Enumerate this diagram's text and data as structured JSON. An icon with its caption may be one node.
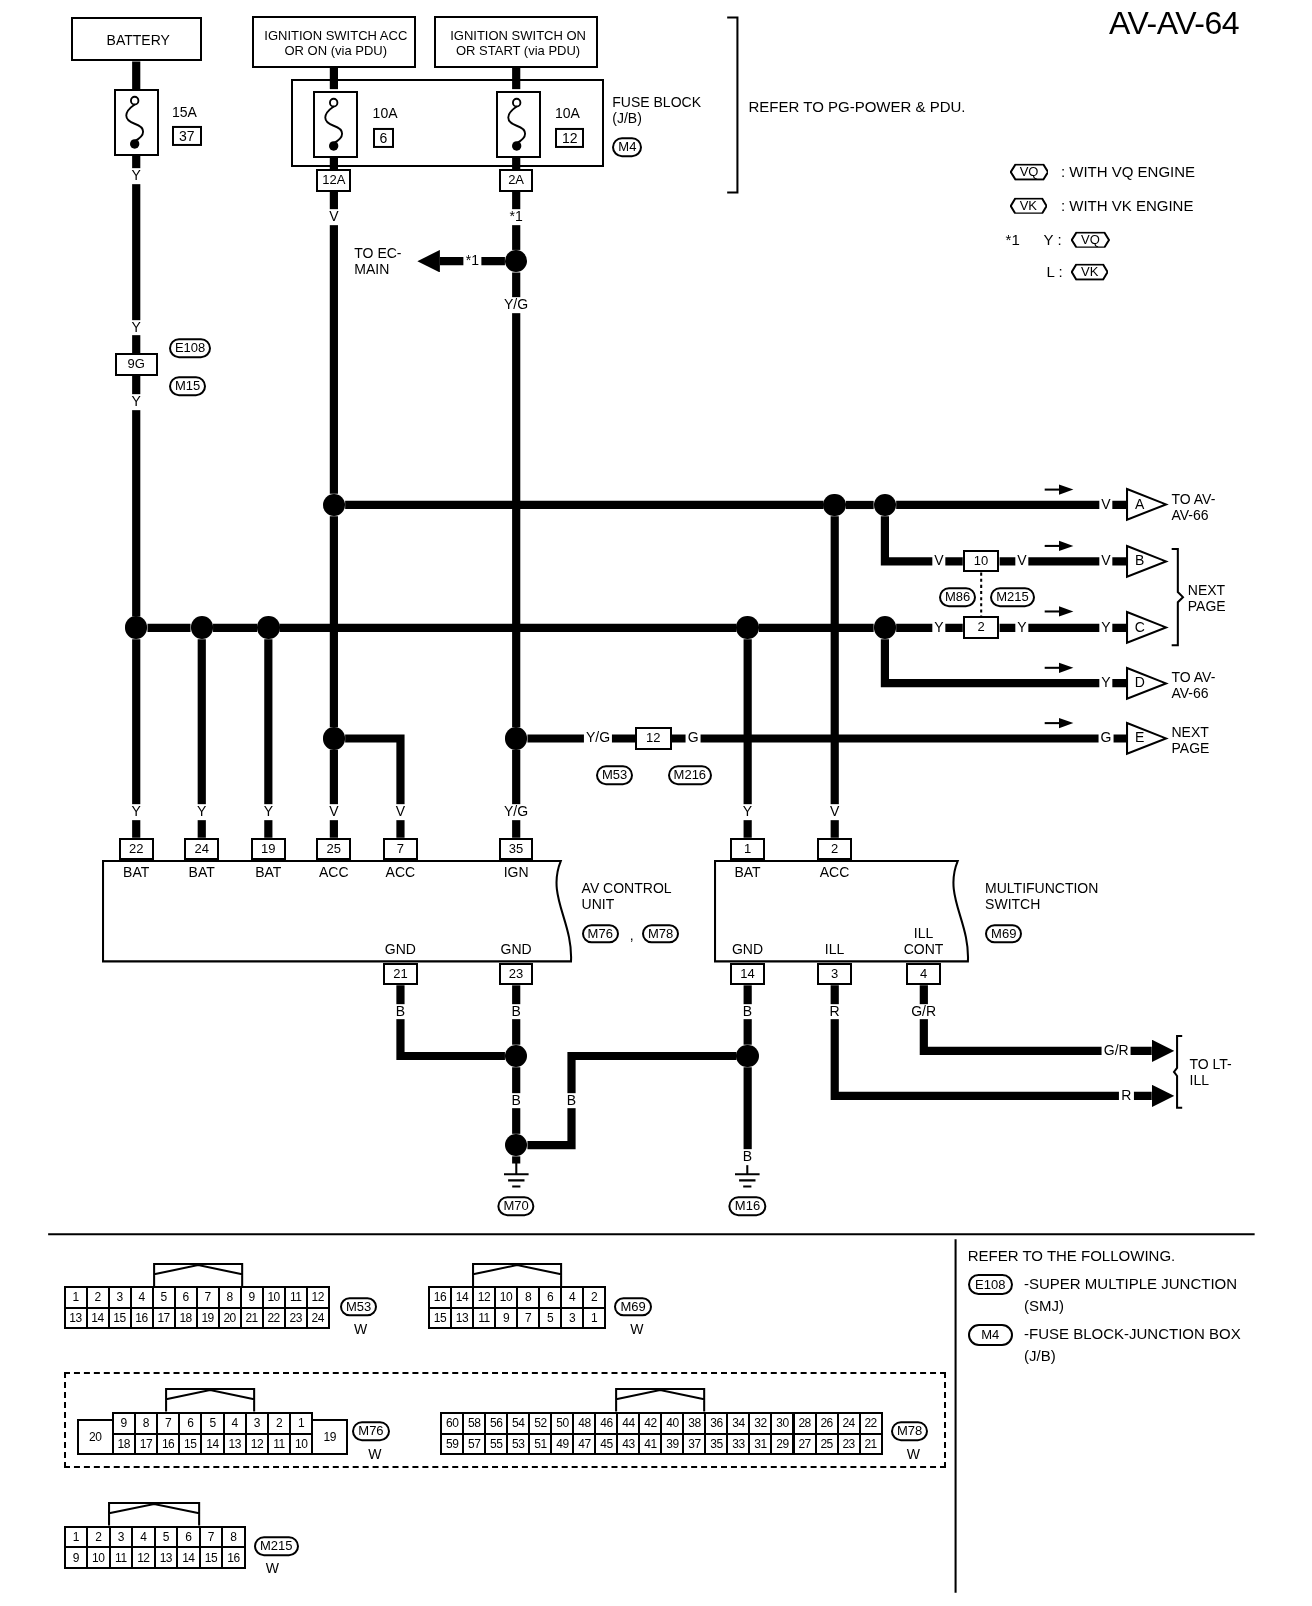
{
  "diagram": {
    "title": "AV-AV-64",
    "nodes": [
      {
        "text": [
          "BATTERY"
        ]
      },
      {
        "text": [
          "IGNITION SWITCH ACC OR ON (via PDU)"
        ]
      },
      {
        "text": [
          "IGNITION SWITCH ON OR START (via PDU)"
        ]
      },
      {
        "text": [
          "15A",
          "37"
        ]
      },
      {
        "text": [
          "FUSE BLOCK (J/B)",
          "M4"
        ]
      },
      {
        "text": [
          "10A",
          "6"
        ],
        "in": 4
      },
      {
        "text": [
          "10A",
          "12"
        ],
        "in": 4
      },
      {
        "text": [
          "12A"
        ]
      },
      {
        "text": [
          "2A"
        ]
      },
      {
        "text": [],
        "shape": "circle"
      },
      {
        "text": [
          "TO EC- MAIN"
        ]
      },
      {
        "text": [
          "9G",
          "E108",
          "M15"
        ]
      },
      {
        "text": [],
        "shape": "circle"
      },
      {
        "text": [],
        "shape": "circle"
      },
      {
        "text": [],
        "shape": "circle"
      },
      {
        "text": [],
        "shape": "circle"
      },
      {
        "text": [],
        "shape": "circle"
      },
      {
        "text": [],
        "shape": "circle"
      },
      {
        "text": [],
        "shape": "circle"
      },
      {
        "text": [],
        "shape": "circle"
      },
      {
        "text": [],
        "shape": "circle"
      },
      {
        "text": [],
        "shape": "circle"
      },
      {
        "text": [
          "10",
          "M86",
          "M215"
        ]
      },
      {
        "text": [
          "2"
        ]
      },
      {
        "text": [
          "12",
          "M53",
          "M216"
        ]
      },
      {
        "text": [
          "A"
        ],
        "beside": [
          "TO AV- AV-66"
        ]
      },
      {
        "text": [
          "B"
        ]
      },
      {
        "text": [
          "C"
        ]
      },
      {
        "text": [
          "D"
        ],
        "beside": [
          "TO AV- AV-66"
        ]
      },
      {
        "text": [
          "E"
        ],
        "beside": [
          "NEXT PAGE"
        ]
      },
      {
        "text": [
          "BAT",
          "BAT",
          "BAT",
          "ACC",
          "ACC",
          "IGN",
          "AV CONTROL UNIT",
          "M76",
          ",",
          "M78",
          "GND",
          "GND"
        ]
      },
      {
        "text": [
          "22"
        ]
      },
      {
        "text": [
          "24"
        ]
      },
      {
        "text": [
          "19"
        ]
      },
      {
        "text": [
          "25"
        ]
      },
      {
        "text": [
          "7"
        ]
      },
      {
        "text": [
          "35"
        ]
      },
      {
        "text": [
          "21"
        ]
      },
      {
        "text": [
          "23"
        ]
      },
      {
        "text": [
          "BAT",
          "ACC",
          "MULTIFUNCTION SWITCH",
          "M69",
          "GND",
          "ILL",
          "ILL CONT"
        ]
      },
      {
        "text": [
          "1"
        ]
      },
      {
        "text": [
          "2"
        ]
      },
      {
        "text": [
          "14"
        ]
      },
      {
        "text": [
          "3"
        ]
      },
      {
        "text": [
          "4"
        ]
      },
      {
        "text": [],
        "shape": "circle"
      },
      {
        "text": [],
        "shape": "circle"
      },
      {
        "text": [],
        "shape": "circle"
      },
      {
        "text": [
          "M70"
        ]
      },
      {
        "text": [
          "M16"
        ]
      },
      {
        "text": [
          "TO LT- ILL"
        ]
      },
      {
        "text": [
          "1",
          "2",
          "3",
          "4",
          "5",
          "6",
          "7",
          "8",
          "9",
          "10",
          "11",
          "12",
          "13",
          "14",
          "15",
          "16",
          "17",
          "18",
          "19",
          "20",
          "21",
          "22",
          "23",
          "24",
          "M53",
          "W"
        ]
      },
      {
        "text": [
          "16",
          "14",
          "12",
          "10",
          "8",
          "6",
          "4",
          "2",
          "15",
          "13",
          "11",
          "9",
          "7",
          "5",
          "3",
          "1",
          "M69",
          "W"
        ]
      },
      {
        "text": [],
        "shape": "box"
      },
      {
        "text": [
          "20",
          "9",
          "8",
          "7",
          "6",
          "5",
          "4",
          "3",
          "2",
          "1",
          "19",
          "18",
          "17",
          "16",
          "15",
          "14",
          "13",
          "12",
          "11",
          "10",
          "M76",
          "W"
        ],
        "in": 53
      },
      {
        "text": [
          "60",
          "58",
          "56",
          "54",
          "52",
          "50",
          "48",
          "46",
          "44",
          "42",
          "40",
          "38",
          "36",
          "34",
          "32",
          "30",
          "28",
          "26",
          "24",
          "22",
          "59",
          "57",
          "55",
          "53",
          "51",
          "49",
          "47",
          "45",
          "43",
          "41",
          "39",
          "37",
          "35",
          "33",
          "31",
          "29",
          "27",
          "25",
          "23",
          "21",
          "M78",
          "W"
        ],
        "in": 53
      },
      {
        "text": [
          "1",
          "2",
          "3",
          "4",
          "5",
          "6",
          "7",
          "8",
          "9",
          "10",
          "11",
          "12",
          "13",
          "14",
          "15",
          "16",
          "M215",
          "W"
        ]
      },
      {
        "text": [
          "E108"
        ],
        "beside": [
          "-SUPER MULTIPLE JUNCTION (SMJ)"
        ]
      },
      {
        "text": [
          "M4"
        ],
        "beside": [
          "-FUSE BLOCK-JUNCTION BOX (J/B)"
        ]
      }
    ],
    "edges": [
      {
        "from": 0,
        "to": 3,
        "arrow": "none"
      },
      {
        "from": 3,
        "to": 11,
        "arrow": "none"
      },
      {
        "from": 11,
        "to": 15,
        "arrow": "none"
      },
      {
        "from": 1,
        "to": 5,
        "arrow": "none"
      },
      {
        "from": 2,
        "to": 6,
        "arrow": "none"
      },
      {
        "from": 5,
        "to": 7,
        "arrow": "none"
      },
      {
        "from": 6,
        "to": 8,
        "arrow": "none"
      },
      {
        "from": 7,
        "to": 12,
        "arrow": "none"
      },
      {
        "from": 8,
        "to": 9,
        "arrow": "none"
      },
      {
        "from": 9,
        "to": 10,
        "arrow": "to",
        "label": "*1"
      },
      {
        "from": 9,
        "to": 21,
        "arrow": "none"
      },
      {
        "from": 12,
        "to": 20,
        "arrow": "none"
      },
      {
        "from": 12,
        "to": 13,
        "arrow": "none"
      },
      {
        "from": 13,
        "to": 14,
        "arrow": "none"
      },
      {
        "from": 14,
        "to": 25,
        "arrow": "none"
      },
      {
        "from": 14,
        "to": 22,
        "arrow": "none"
      },
      {
        "from": 22,
        "to": 26,
        "arrow": "none"
      },
      {
        "from": 13,
        "to": 41,
        "arrow": "none"
      },
      {
        "from": 15,
        "to": 16,
        "arrow": "none"
      },
      {
        "from": 16,
        "to": 17,
        "arrow": "none"
      },
      {
        "from": 17,
        "to": 18,
        "arrow": "none"
      },
      {
        "from": 18,
        "to": 19,
        "arrow": "none"
      },
      {
        "from": 19,
        "to": 23,
        "arrow": "none"
      },
      {
        "from": 23,
        "to": 27,
        "arrow": "none"
      },
      {
        "from": 19,
        "to": 28,
        "arrow": "none"
      },
      {
        "from": 15,
        "to": 31,
        "arrow": "none"
      },
      {
        "from": 16,
        "to": 32,
        "arrow": "none"
      },
      {
        "from": 17,
        "to": 33,
        "arrow": "none"
      },
      {
        "from": 20,
        "to": 34,
        "arrow": "none"
      },
      {
        "from": 20,
        "to": 35,
        "arrow": "none"
      },
      {
        "from": 21,
        "to": 36,
        "arrow": "none"
      },
      {
        "from": 21,
        "to": 24,
        "arrow": "none"
      },
      {
        "from": 24,
        "to": 29,
        "arrow": "none"
      },
      {
        "from": 18,
        "to": 40,
        "arrow": "none"
      },
      {
        "from": 37,
        "to": 45,
        "arrow": "none"
      },
      {
        "from": 38,
        "to": 45,
        "arrow": "none"
      },
      {
        "from": 45,
        "to": 47,
        "arrow": "none"
      },
      {
        "from": 47,
        "to": 46,
        "arrow": "none"
      },
      {
        "from": 42,
        "to": 46,
        "arrow": "none"
      },
      {
        "from": 46,
        "to": 49,
        "arrow": "none"
      },
      {
        "from": 47,
        "to": 48,
        "arrow": "none"
      },
      {
        "from": 44,
        "to": 50,
        "arrow": "to"
      },
      {
        "from": 43,
        "to": 50,
        "arrow": "to"
      },
      {
        "from": 22,
        "to": 23,
        "arrow": "none",
        "style": "dashed"
      }
    ],
    "labels": [
      "REFER TO PG-POWER & PDU.",
      "VQ",
      ": WITH VQ ENGINE",
      "VK",
      ": WITH VK ENGINE",
      "*1",
      "Y :",
      "VQ",
      "L :",
      "VK",
      "Y",
      "V",
      "*1",
      "Y/G",
      "Y",
      "Y",
      "V",
      "V",
      "V",
      "V",
      "NEXT PAGE",
      "Y",
      "Y",
      "Y",
      "Y",
      "Y/G",
      "G",
      "G",
      "Y",
      "Y",
      "Y",
      "V",
      "V",
      "Y/G",
      "Y",
      "V",
      "B",
      "B",
      "B",
      "R",
      "G/R",
      "G/R",
      "B",
      "B",
      "R",
      "B",
      "REFER TO THE FOLLOWING."
    ]
  }
}
